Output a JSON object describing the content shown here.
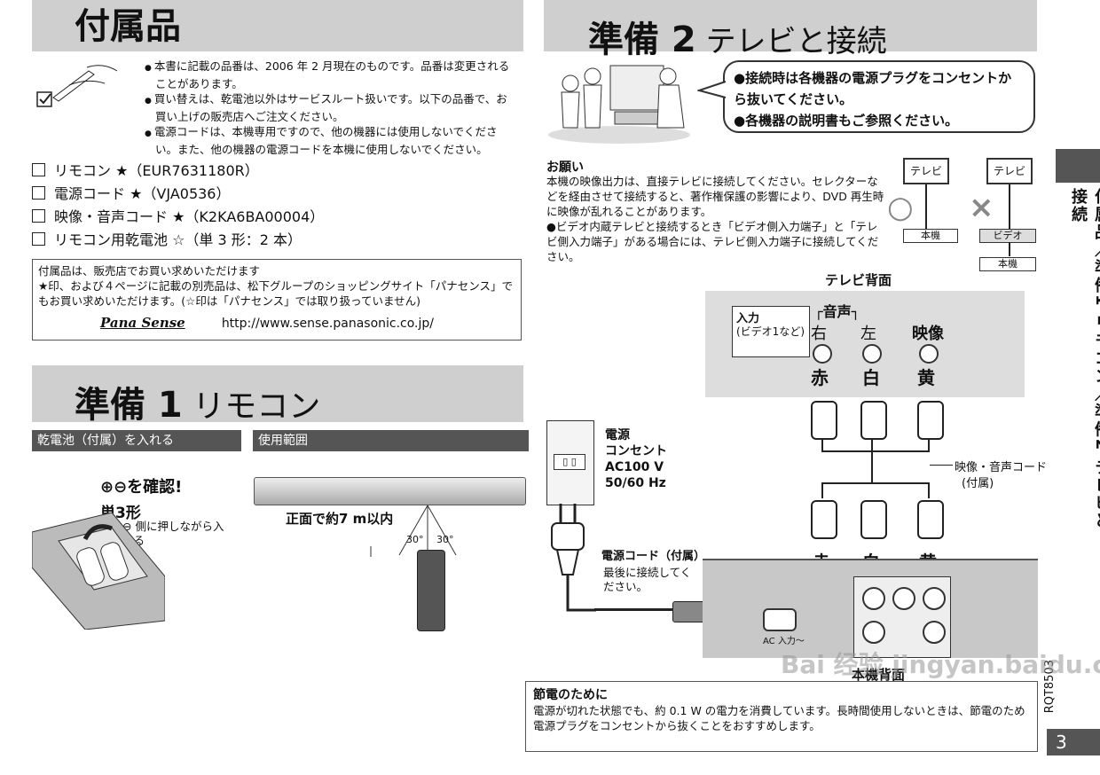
{
  "left": {
    "accessories": {
      "title": "付属品",
      "notes": [
        "本書に記載の品番は、2006 年 2 月現在のものです。品番は変更されることがあります。",
        "買い替えは、乾電池以外はサービスルート扱いです。以下の品番で、お買い上げの販売店へご注文ください。",
        "電源コードは、本機専用ですので、他の機器には使用しないでください。また、他の機器の電源コードを本機に使用しないでください。"
      ],
      "items": [
        "リモコン ★（EUR7631180R）",
        "電源コード ★（VJA0536）",
        "映像・音声コード ★（K2KA6BA00004）",
        "リモコン用乾電池 ☆（単 3 形：2 本）"
      ],
      "box_text1": "付属品は、販売店でお買い求めいただけます",
      "box_text2": "★印、および４ページに記載の別売品は、松下グループのショッピングサイト「パナセンス」でもお買い求めいただけます。(☆印は「パナセンス」では取り扱っていません)",
      "logo": "Pana Sense",
      "url": "http://www.sense.panasonic.co.jp/"
    },
    "prep1": {
      "title_bold": "準備 1",
      "title_rest": " リモコン",
      "sub1": "乾電池（付属）を入れる",
      "sub2": "使用範囲",
      "confirm": "⊕⊖を確認!",
      "battery": "単3形",
      "press_note": "⊖ 側に押しながら入れる",
      "range": "正面で約7 m以内",
      "angle1": "30°",
      "angle2": "30°"
    }
  },
  "right": {
    "prep2": {
      "title_bold": "準備 2",
      "title_rest": " テレビと接続",
      "bubble": [
        "●接続時は各機器の電源プラグをコンセントから抜いてください。",
        "●各機器の説明書もご参照ください。"
      ],
      "request_title": "お願い",
      "request_text": "本機の映像出力は、直接テレビに接続してください。セレクターなどを経由させて接続すると、著作権保護の影響により、DVD 再生時に映像が乱れることがあります。",
      "request_bullet": "●ビデオ内蔵テレビと接続するとき「ビデオ側入力端子」と「テレビ側入力端子」がある場合には、テレビ側入力端子に接続してください。",
      "tv": "テレビ",
      "ok_mark": "○",
      "ng_mark": "×",
      "unit": "本機",
      "video": "ビデオ",
      "tv_back": "テレビ背面",
      "input_label": "入力",
      "input_sub": "(ビデオ1など)",
      "audio": "音声",
      "right_ch": "右",
      "left_ch": "左",
      "video_ch": "映像",
      "red": "赤",
      "white": "白",
      "yellow": "黄",
      "power": "電源",
      "outlet": "コンセント",
      "ac": "AC100 V",
      "hz": "50/60 Hz",
      "cord": "映像・音声コード",
      "cord_note": "(付属)",
      "power_cord": "電源コード（付属）",
      "power_note": "最後に接続してください。",
      "ac_in": "AC 入力～",
      "unit_back": "本機背面",
      "save_title": "節電のために",
      "save_text": "電源が切れた状態でも、約 0.1 W の電力を消費しています。長時間使用しないときは、節電のため電源プラグをコンセントから抜くことをおすすめします。"
    },
    "side_tab": "付属品／準備1 リモコン／準備2 テレビと接続",
    "model": "RQT8503",
    "page": "3",
    "watermark": "Bai 经验 jingyan.baidu.com"
  }
}
